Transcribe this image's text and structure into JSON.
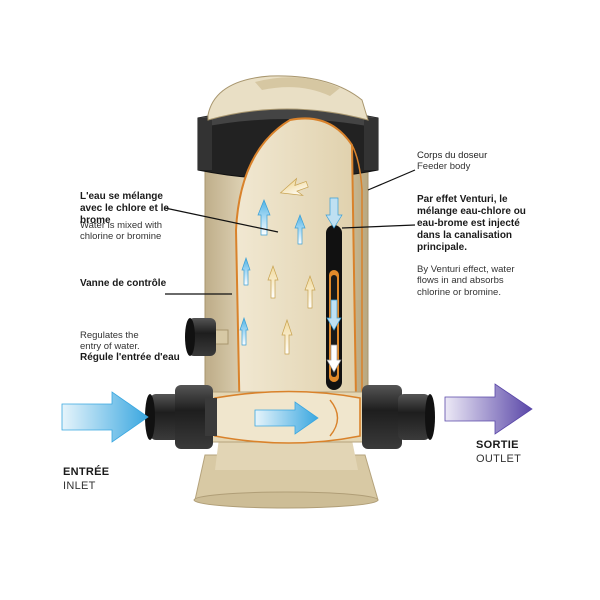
{
  "labels": {
    "mix_fr": "L'eau se mélange avec le chlore et le brome",
    "mix_en": "Water is mixed with chlorine or bromine",
    "valve_fr": "Vanne de contrôle",
    "regulates_en": "Regulates the entry of water.",
    "regulates_fr": "Régule l'entrée d'eau",
    "body_fr": "Corps du doseur",
    "body_en": "Feeder body",
    "venturi_fr": "Par effet Venturi, le mélange eau-chlore ou eau-brome est injecté dans la canalisation principale.",
    "venturi_en": "By Venturi effect, water flows in and absorbs chlorine or bromine.",
    "inlet_fr": "ENTRÉE",
    "inlet_en": "INLET",
    "outlet_fr": "SORTIE",
    "outlet_en": "OUTLET"
  },
  "colors": {
    "body": "#e8dcc0",
    "body_shade": "#c9b995",
    "cutaway_edge": "#d9822b",
    "fitting": "#2b2b2b",
    "arrow_blue": "#4fb3e6",
    "arrow_purple": "#6f5fb8"
  }
}
